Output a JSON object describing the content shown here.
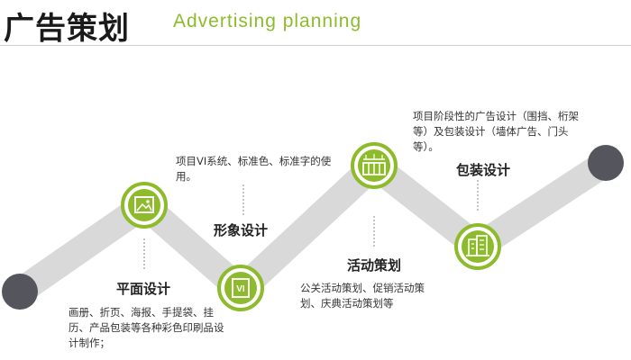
{
  "header": {
    "title": "广告策划",
    "subtitle": "Advertising planning"
  },
  "stages": [
    {
      "id": "flat",
      "title": "平面设计",
      "description": "画册、折页、海报、手提袋、挂历、产品包装等各种彩色印刷品设计制作；",
      "icon": "picture-icon"
    },
    {
      "id": "vi",
      "title": "形象设计",
      "description": "项目VI系统、标准色、标准字的使用。",
      "icon": "vi-book-icon",
      "icon_text": "VI"
    },
    {
      "id": "event",
      "title": "活动策划",
      "description": "公关活动策划、促销活动策划、庆典活动策划等",
      "icon": "event-stage-icon"
    },
    {
      "id": "package",
      "title": "包装设计",
      "description": "项目阶段性的广告设计（围挡、桁架等）及包装设计（墙体广告、门头等）。",
      "icon": "building-icon"
    }
  ],
  "colors": {
    "accent": "#8dbb2b",
    "path": "#d9d9d9",
    "endpoint": "#55555e",
    "text": "#333333"
  }
}
